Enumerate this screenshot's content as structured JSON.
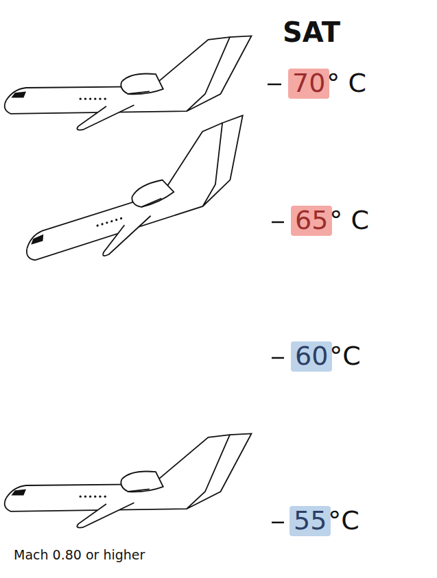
{
  "diagram": {
    "title": "SAT",
    "nodes": [
      {
        "text": [
          "70"
        ]
      },
      {
        "text": [
          "65"
        ]
      },
      {
        "text": [
          "60"
        ]
      },
      {
        "text": [
          "55"
        ]
      }
    ],
    "labels": [
      "° C",
      "° C",
      "°C",
      "°C",
      "Mach 0.80 or higher"
    ]
  }
}
